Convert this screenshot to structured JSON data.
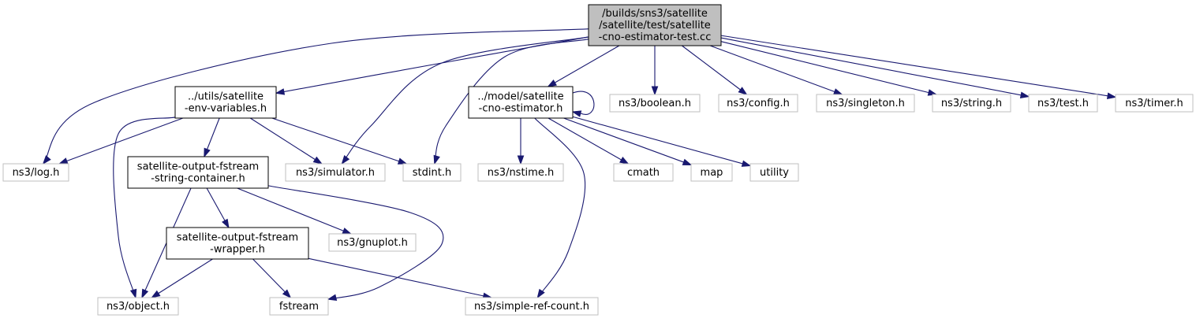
{
  "colors": {
    "edge": "#191970",
    "root_fill": "#bfbfbf",
    "root_stroke": "#000000",
    "project_stroke": "#000000",
    "external_stroke": "#bfbfbf",
    "node_fill": "#ffffff"
  },
  "nodes": {
    "root": {
      "lines": [
        "/builds/sns3/satellite",
        "/satellite/test/satellite",
        "-cno-estimator-test.cc"
      ],
      "kind": "root"
    },
    "env": {
      "lines": [
        "../utils/satellite",
        "-env-variables.h"
      ],
      "kind": "project"
    },
    "cno": {
      "lines": [
        "../model/satellite",
        "-cno-estimator.h"
      ],
      "kind": "project"
    },
    "container": {
      "lines": [
        "satellite-output-fstream",
        "-string-container.h"
      ],
      "kind": "project"
    },
    "wrapper": {
      "lines": [
        "satellite-output-fstream",
        "-wrapper.h"
      ],
      "kind": "project"
    },
    "boolean": {
      "lines": [
        "ns3/boolean.h"
      ],
      "kind": "external"
    },
    "config": {
      "lines": [
        "ns3/config.h"
      ],
      "kind": "external"
    },
    "singleton": {
      "lines": [
        "ns3/singleton.h"
      ],
      "kind": "external"
    },
    "string": {
      "lines": [
        "ns3/string.h"
      ],
      "kind": "external"
    },
    "test": {
      "lines": [
        "ns3/test.h"
      ],
      "kind": "external"
    },
    "timer": {
      "lines": [
        "ns3/timer.h"
      ],
      "kind": "external"
    },
    "log": {
      "lines": [
        "ns3/log.h"
      ],
      "kind": "external"
    },
    "simulator": {
      "lines": [
        "ns3/simulator.h"
      ],
      "kind": "external"
    },
    "stdint": {
      "lines": [
        "stdint.h"
      ],
      "kind": "external"
    },
    "nstime": {
      "lines": [
        "ns3/nstime.h"
      ],
      "kind": "external"
    },
    "cmath": {
      "lines": [
        "cmath"
      ],
      "kind": "external"
    },
    "map": {
      "lines": [
        "map"
      ],
      "kind": "external"
    },
    "utility": {
      "lines": [
        "utility"
      ],
      "kind": "external"
    },
    "gnuplot": {
      "lines": [
        "ns3/gnuplot.h"
      ],
      "kind": "external"
    },
    "object": {
      "lines": [
        "ns3/object.h"
      ],
      "kind": "external"
    },
    "fstream": {
      "lines": [
        "fstream"
      ],
      "kind": "external"
    },
    "simplerefcount": {
      "lines": [
        "ns3/simple-ref-count.h"
      ],
      "kind": "external"
    }
  },
  "edges": [
    [
      "root",
      "env"
    ],
    [
      "root",
      "cno"
    ],
    [
      "root",
      "boolean"
    ],
    [
      "root",
      "config"
    ],
    [
      "root",
      "singleton"
    ],
    [
      "root",
      "string"
    ],
    [
      "root",
      "test"
    ],
    [
      "root",
      "timer"
    ],
    [
      "root",
      "log"
    ],
    [
      "root",
      "simulator"
    ],
    [
      "root",
      "stdint"
    ],
    [
      "env",
      "log"
    ],
    [
      "env",
      "container"
    ],
    [
      "env",
      "simulator"
    ],
    [
      "env",
      "stdint"
    ],
    [
      "env",
      "object"
    ],
    [
      "cno",
      "cno"
    ],
    [
      "cno",
      "nstime"
    ],
    [
      "cno",
      "cmath"
    ],
    [
      "cno",
      "map"
    ],
    [
      "cno",
      "utility"
    ],
    [
      "cno",
      "simplerefcount"
    ],
    [
      "container",
      "wrapper"
    ],
    [
      "container",
      "gnuplot"
    ],
    [
      "container",
      "object"
    ],
    [
      "container",
      "fstream"
    ],
    [
      "wrapper",
      "object"
    ],
    [
      "wrapper",
      "fstream"
    ],
    [
      "wrapper",
      "simplerefcount"
    ]
  ]
}
